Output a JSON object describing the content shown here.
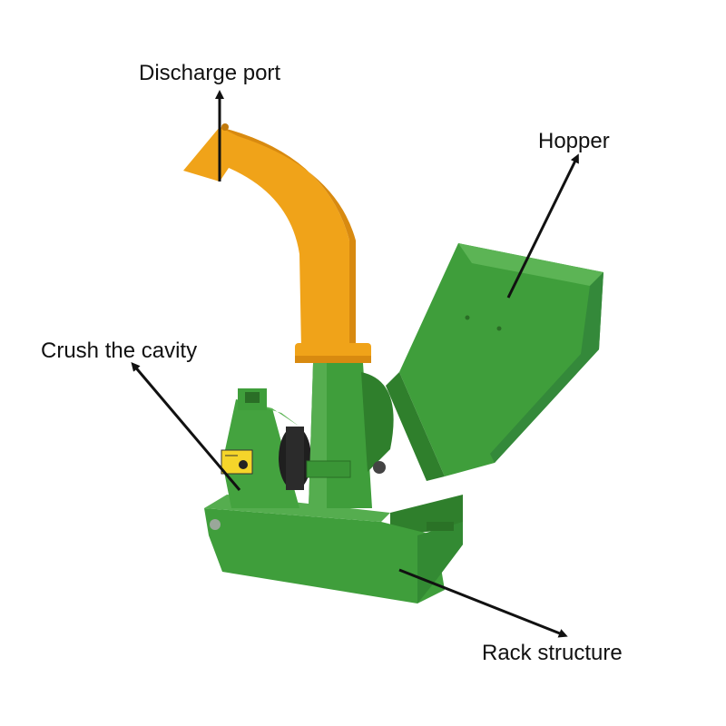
{
  "labels": {
    "discharge_port": "Discharge port",
    "hopper": "Hopper",
    "crush_cavity": "Crush the cavity",
    "rack_structure": "Rack structure"
  },
  "colors": {
    "machine_green": "#3f9e3b",
    "machine_green_dark": "#2f7f2c",
    "chute_orange": "#f0a319",
    "arrow": "#111111"
  },
  "icons": [
    "warning-sticker-icon"
  ]
}
